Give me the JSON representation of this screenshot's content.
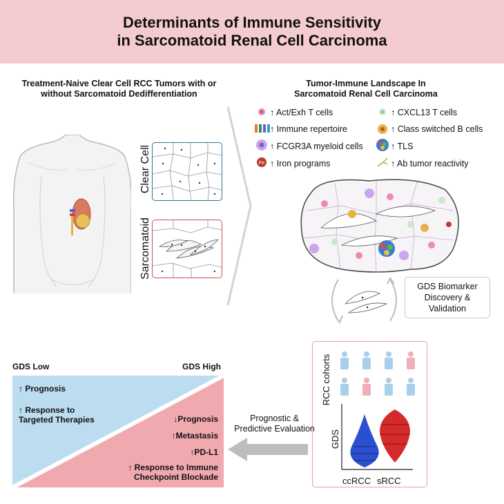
{
  "header": {
    "title_line1": "Determinants of Immune Sensitivity",
    "title_line2": "in Sarcomatoid Renal Cell Carcinoma"
  },
  "left_panel": {
    "title_line1": "Treatment-Naive Clear Cell RCC Tumors with or",
    "title_line2": "without Sarcomatoid Dedifferentiation",
    "label_clear": "Clear Cell",
    "label_sarc": "Sarcomatoid"
  },
  "right_panel": {
    "title_line1": "Tumor-Immune Landscape In",
    "title_line2": "Sarcomatoid Renal Cell Carcinoma",
    "legend": [
      {
        "text": "↑ Act/Exh T cells",
        "icon": "t-cell-icon"
      },
      {
        "text": "↑ CXCL13 T cells",
        "icon": "cxcl13-cell-icon"
      },
      {
        "text": "↑ Immune repertoire",
        "icon": "immune-repertoire-icon"
      },
      {
        "text": "↑ Class switched B cells",
        "icon": "b-cell-icon"
      },
      {
        "text": "↑ FCGR3A myeloid cells",
        "icon": "myeloid-cell-icon"
      },
      {
        "text": "↑ TLS",
        "icon": "tls-icon"
      },
      {
        "text": "↑ Iron programs",
        "icon": "iron-icon",
        "badge": "Fe"
      },
      {
        "text": "↑ Ab tumor reactivity",
        "icon": "antibody-icon"
      }
    ]
  },
  "gds_box": {
    "line1": "GDS Biomarker",
    "line2": "Discovery &",
    "line3": "Validation"
  },
  "cohort_panel": {
    "ylabel_top": "RCC cohorts",
    "ylabel_bottom": "GDS",
    "x_labels": [
      "ccRCC",
      "sRCC"
    ]
  },
  "arrow_label": {
    "line1": "Prognostic &",
    "line2": "Predictive Evaluation"
  },
  "triangle": {
    "low_label": "GDS Low",
    "high_label": "GDS High",
    "low_items": [
      "↑ Prognosis",
      "↑ Response to",
      "Targeted Therapies"
    ],
    "high_items": [
      "↓Prognosis",
      "↑Metastasis",
      "↑PD-L1",
      "↑ Response to Immune",
      "Checkpoint Blockade"
    ]
  },
  "colors": {
    "header_bg": "#f4cccf",
    "clear_cell_border": "#3a6f8f",
    "sarc_border": "#d24b4b",
    "low_fill": "#bcdcef",
    "high_fill": "#f1a9b0",
    "ccRCC_violin": "#2a4fd1",
    "sRCC_violin": "#d42a2a"
  }
}
